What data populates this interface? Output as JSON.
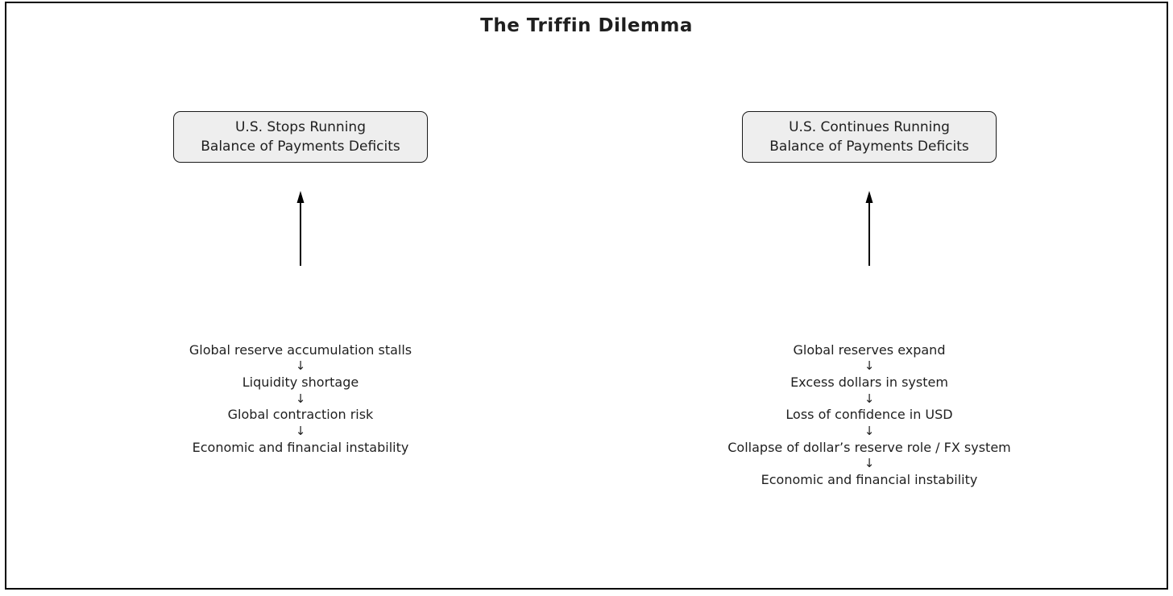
{
  "title": "The Triffin Dilemma",
  "arrow_glyph": "↓",
  "colors": {
    "box_fill": "#eeeeee",
    "box_border": "#1a1a1a",
    "text": "#1f1f1f",
    "frame_border": "#000000"
  },
  "left_branch": {
    "box_line1": "U.S. Stops Running",
    "box_line2": "Balance of Payments Deficits",
    "chain": [
      "Global reserve accumulation stalls",
      "Liquidity shortage",
      "Global contraction risk",
      "Economic and financial instability"
    ]
  },
  "right_branch": {
    "box_line1": "U.S. Continues Running",
    "box_line2": "Balance of Payments Deficits",
    "chain": [
      "Global reserves expand",
      "Excess dollars in system",
      "Loss of confidence in USD",
      "Collapse of dollar’s reserve role / FX system",
      "Economic and financial instability"
    ]
  }
}
